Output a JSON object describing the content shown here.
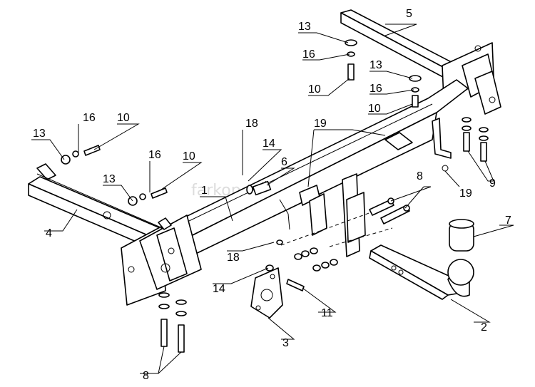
{
  "watermark": "farkop-center.ru",
  "callouts": [
    {
      "id": "c5",
      "label": "5"
    },
    {
      "id": "c13a",
      "label": "13"
    },
    {
      "id": "c16a",
      "label": "16"
    },
    {
      "id": "c10a",
      "label": "10"
    },
    {
      "id": "c13b",
      "label": "13"
    },
    {
      "id": "c16b",
      "label": "16"
    },
    {
      "id": "c10b",
      "label": "10"
    },
    {
      "id": "c16c",
      "label": "16"
    },
    {
      "id": "c10c",
      "label": "10"
    },
    {
      "id": "c13c",
      "label": "13"
    },
    {
      "id": "c18a",
      "label": "18"
    },
    {
      "id": "c19a",
      "label": "19"
    },
    {
      "id": "c14a",
      "label": "14"
    },
    {
      "id": "c6",
      "label": "6"
    },
    {
      "id": "c16d",
      "label": "16"
    },
    {
      "id": "c10d",
      "label": "10"
    },
    {
      "id": "c13d",
      "label": "13"
    },
    {
      "id": "c8a",
      "label": "8"
    },
    {
      "id": "c9",
      "label": "9"
    },
    {
      "id": "c19b",
      "label": "19"
    },
    {
      "id": "c1",
      "label": "1"
    },
    {
      "id": "c4",
      "label": "4"
    },
    {
      "id": "c7",
      "label": "7"
    },
    {
      "id": "c18b",
      "label": "18"
    },
    {
      "id": "c14b",
      "label": "14"
    },
    {
      "id": "c11",
      "label": "11"
    },
    {
      "id": "c2",
      "label": "2"
    },
    {
      "id": "c3",
      "label": "3"
    },
    {
      "id": "c8b",
      "label": "8"
    }
  ]
}
